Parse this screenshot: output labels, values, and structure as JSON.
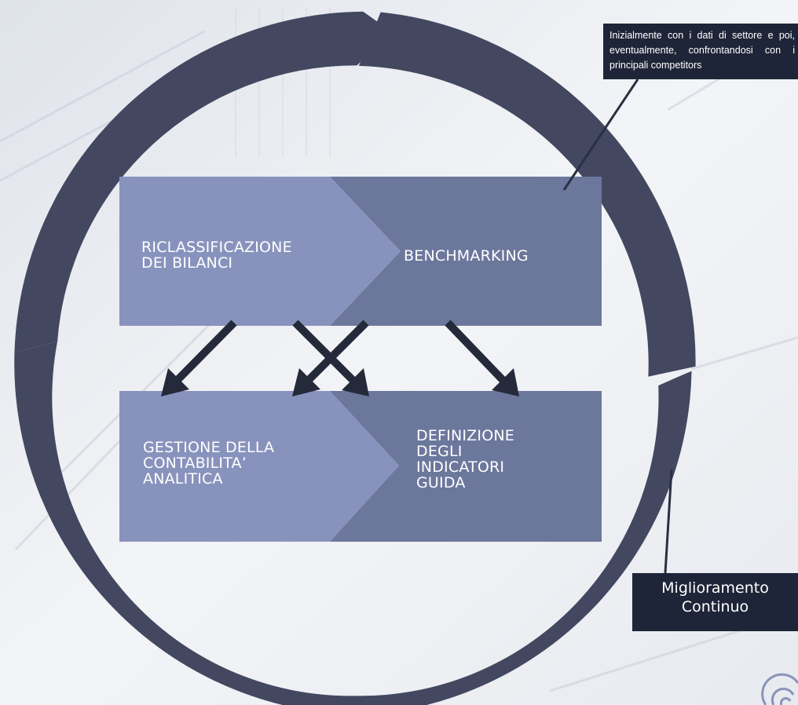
{
  "colors": {
    "ring": "#434860",
    "box_light": "#8893bd",
    "box_dark": "#6c779c",
    "arrow": "#252a3a",
    "callout_bg": "#1f2538",
    "callout_line": "#2a3042",
    "text": "#ffffff"
  },
  "boxes": {
    "top_left": {
      "label": "RICLASSIFICAZIONE\nDEI BILANCI"
    },
    "top_right": {
      "label": "BENCHMARKING"
    },
    "bottom_left": {
      "label": "GESTIONE DELLA\nCONTABILITA’\nANALITICA"
    },
    "bottom_right": {
      "label": "DEFINIZIONE\nDEGLI\nINDICATORI\nGUIDA"
    }
  },
  "callouts": {
    "benchmark_note": "Inizialmente con i dati di settore e poi, eventualmente, confrontandosi con i principali competitors",
    "cycle_label": "Miglioramento\nContinuo"
  },
  "icons": {
    "cycle_ring": "circular-arrow-ring",
    "arrows": "diagonal-down-arrow",
    "logo": "spiral-logo"
  }
}
